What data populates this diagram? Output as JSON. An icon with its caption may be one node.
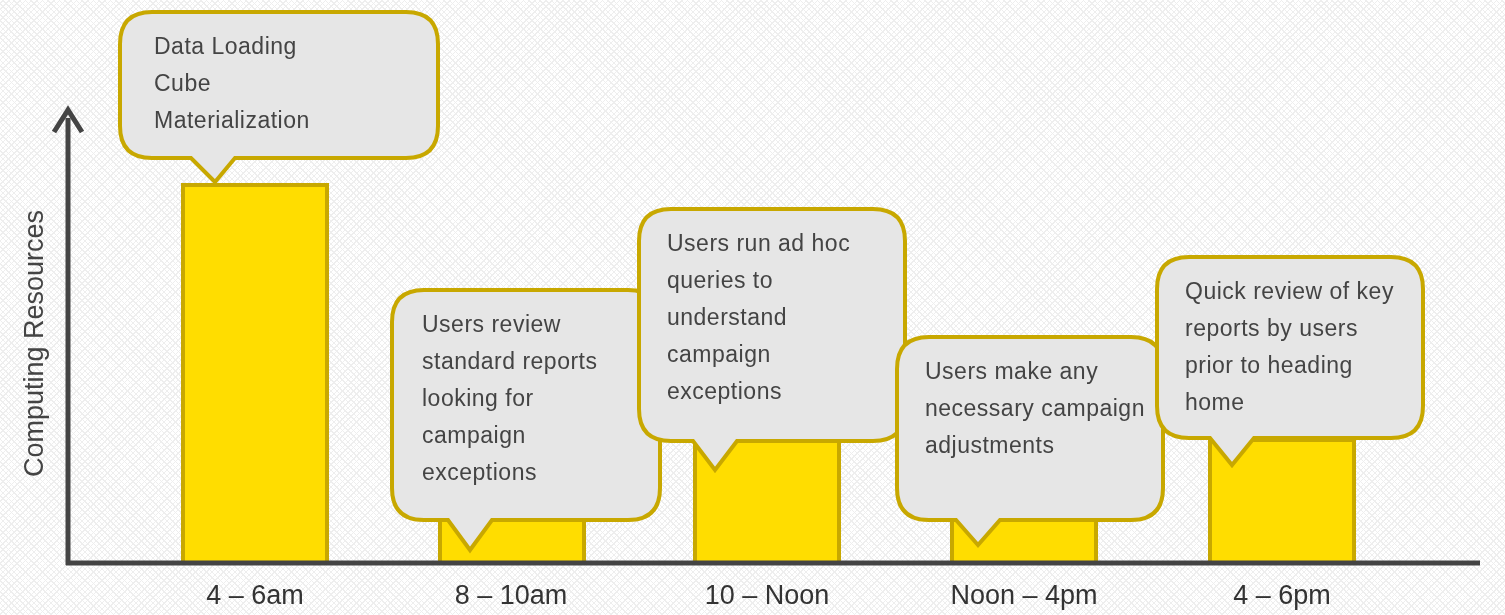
{
  "diagram": {
    "nodes": [
      {
        "text": [
          "Data Loading",
          "Cube",
          "Materialization"
        ]
      },
      {
        "text": [
          "Users review standard reports looking for campaign exceptions"
        ]
      },
      {
        "text": [
          "Users run ad hoc queries to understand campaign exceptions"
        ]
      },
      {
        "text": [
          "Users make any necessary campaign adjustments"
        ]
      },
      {
        "text": [
          "Quick review of key reports by users prior to heading home"
        ]
      }
    ],
    "labels": [
      "Computing Resources",
      "4 – 6am",
      "8 – 10am",
      "10 – Noon",
      "Noon – 4pm",
      "4 – 6pm"
    ]
  }
}
